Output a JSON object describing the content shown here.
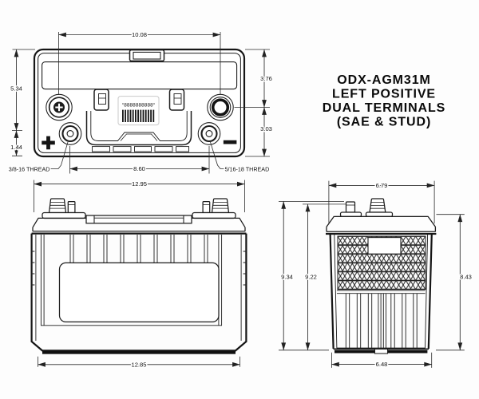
{
  "drawing": {
    "title_lines": [
      "ODX-AGM31M",
      "LEFT POSITIVE",
      "DUAL TERMINALS",
      "(SAE & STUD)"
    ]
  },
  "top_view": {
    "dim_sae_span": "10.08",
    "dim_upper_height": "5.34",
    "dim_lower_height": "1.44",
    "dim_stud_span": "8.60",
    "dim_right_upper": "3.76",
    "dim_right_lower": "3.03",
    "thread_left": "3/8-16 THREAD",
    "thread_right": "5/16-18 THREAD",
    "polarity_positive": "+",
    "polarity_negative": "−",
    "serial_label": "°8888888888°"
  },
  "front_view": {
    "dim_width_top": "12.95",
    "dim_width_bottom": "12.85"
  },
  "side_view": {
    "dim_width_top": "6.79",
    "dim_width_bottom": "6.48",
    "dim_height_overall": "9.34",
    "dim_height_case": "9.22",
    "dim_height_right": "8.43"
  }
}
